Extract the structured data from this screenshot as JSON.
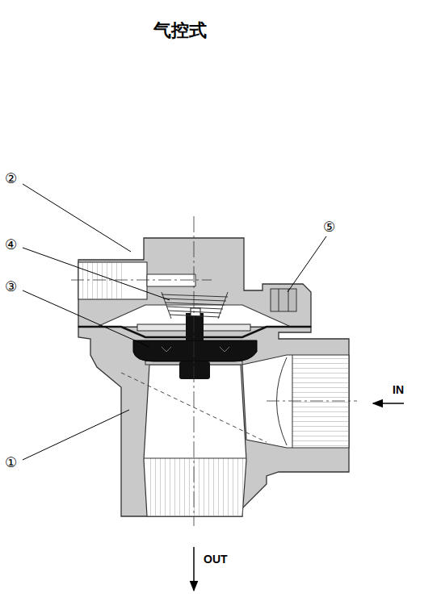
{
  "diagram": {
    "title": "气控式",
    "labels": [
      "②",
      "④",
      "③",
      "⑤",
      "①",
      "IN",
      "OUT"
    ]
  }
}
